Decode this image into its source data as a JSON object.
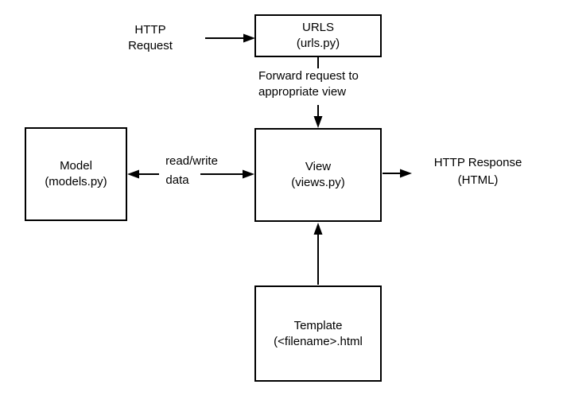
{
  "diagram_title": "Django request/response architecture diagram",
  "labels": {
    "http_request": {
      "line1": "HTTP",
      "line2": "Request"
    },
    "forward": {
      "line1": "Forward request to",
      "line2": "appropriate view"
    },
    "read_write": {
      "line1": "read/write",
      "line2": "data"
    },
    "http_response": {
      "line1": "HTTP Response",
      "line2": "(HTML)"
    }
  },
  "nodes": {
    "urls": {
      "title": "URLS",
      "subtitle": "(urls.py)"
    },
    "model": {
      "title": "Model",
      "subtitle": "(models.py)"
    },
    "view": {
      "title": "View",
      "subtitle": "(views.py)"
    },
    "template": {
      "title": "Template",
      "subtitle": "(<filename>.html"
    }
  },
  "colors": {
    "ink": "#000000",
    "background": "#ffffff"
  }
}
